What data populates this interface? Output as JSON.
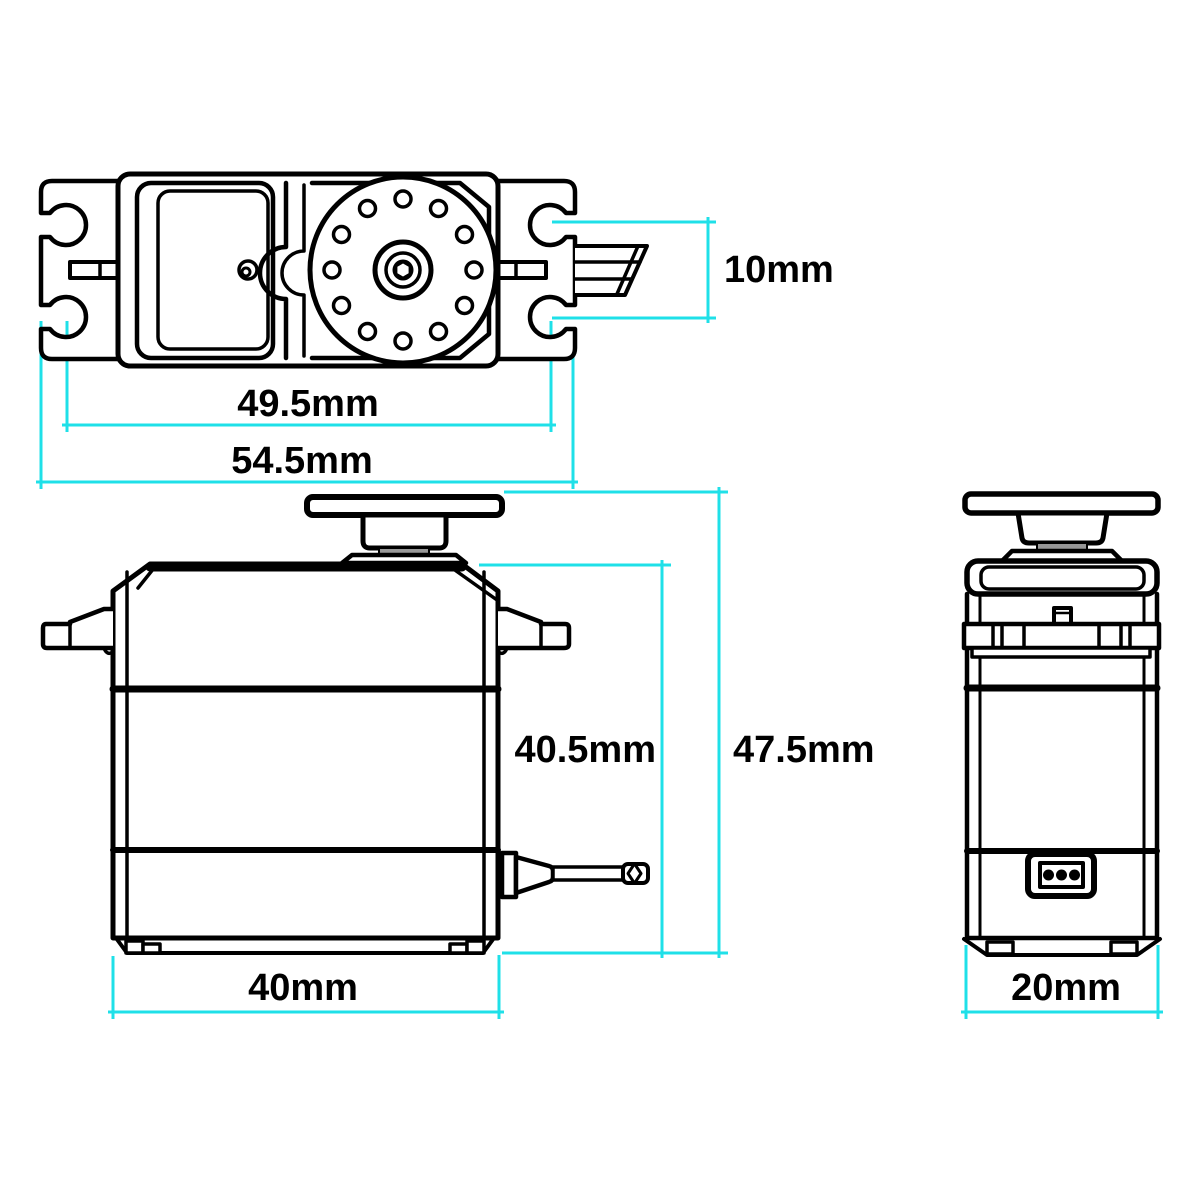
{
  "title": "Servo motor dimensional drawing (three views)",
  "colors": {
    "dimension_line": "#1FE0E8",
    "outline": "#000000",
    "background": "#FFFFFF",
    "spline_gray": "#989898"
  },
  "dimensions": {
    "top_view": {
      "connector_offset": "10mm",
      "mount_hole_spacing": "49.5mm",
      "overall_length": "54.5mm"
    },
    "front_view": {
      "body_height": "40.5mm",
      "overall_height": "47.5mm",
      "body_length": "40mm"
    },
    "side_view": {
      "body_width": "20mm"
    }
  }
}
